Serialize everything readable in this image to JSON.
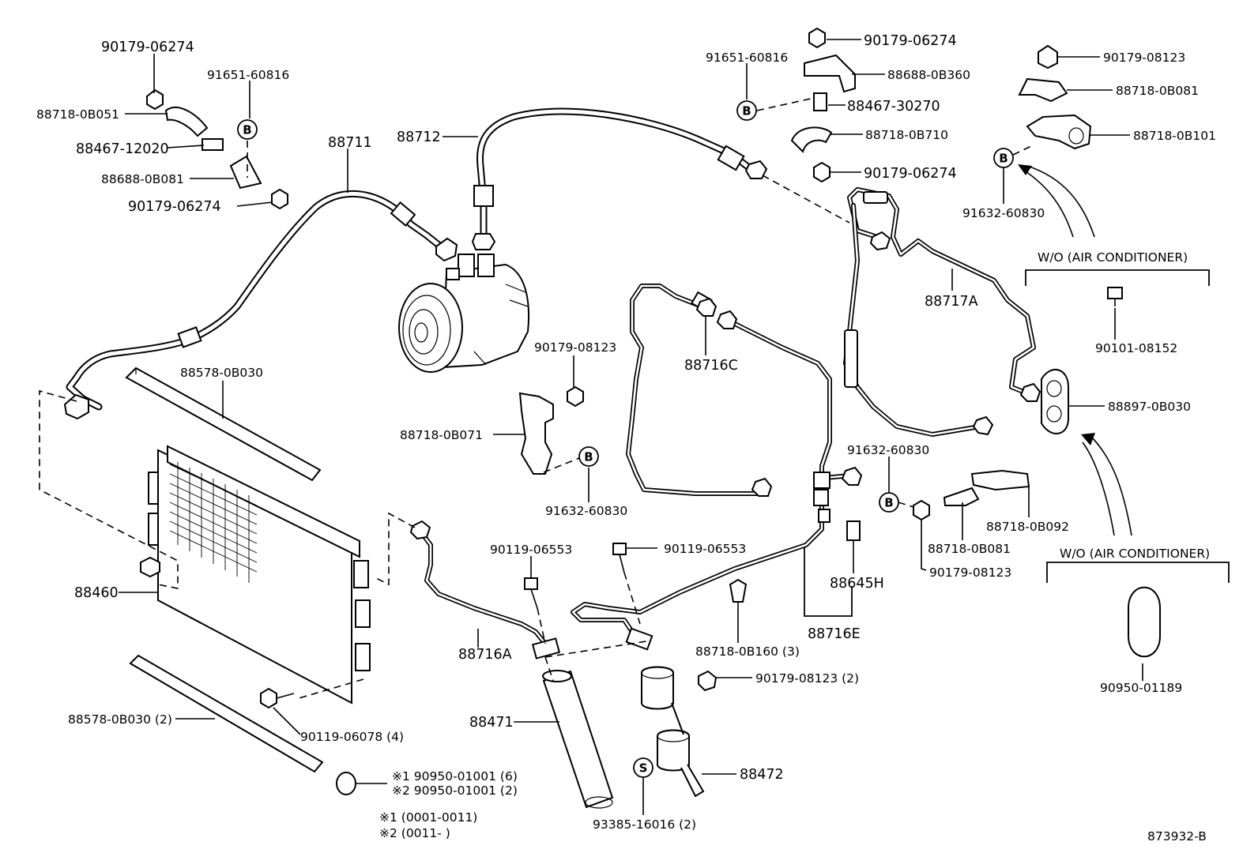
{
  "labels": {
    "p90179_06274_tl": "90179-06274",
    "p91651_60816_l": "91651-60816",
    "p88718_0B051": "88718-0B051",
    "p88467_12020": "88467-12020",
    "p88688_0B081": "88688-0B081",
    "p90179_06274_l2": "90179-06274",
    "p88711": "88711",
    "p88712": "88712",
    "p90179_06274_tr": "90179-06274",
    "p91651_60816_r": "91651-60816",
    "p88688_0B360": "88688-0B360",
    "p88467_30270": "88467-30270",
    "p88718_0B710": "88718-0B710",
    "p90179_06274_r2": "90179-06274",
    "p90179_08123_tr": "90179-08123",
    "p88718_0B081_tr": "88718-0B081",
    "p88718_0B101": "88718-0B101",
    "p91632_60830_tr": "91632-60830",
    "p88717A": "88717A",
    "p90101_08152": "90101-08152",
    "p88897_0B030": "88897-0B030",
    "p88578_0B030": "88578-0B030",
    "p90179_08123_m": "90179-08123",
    "p88718_0B071": "88718-0B071",
    "p91632_60830_m": "91632-60830",
    "p88716C": "88716C",
    "p91632_60830_r": "91632-60830",
    "p88718_0B092": "88718-0B092",
    "p88718_0B081_r": "88718-0B081",
    "p90179_08123_r": "90179-08123",
    "p88645H": "88645H",
    "p88716E": "88716E",
    "p88718_0B160": "88718-0B160 (3)",
    "p90119_06553_a": "90119-06553",
    "p90119_06553_b": "90119-06553",
    "p88460": "88460",
    "p88716A": "88716A",
    "p88471": "88471",
    "p90179_08123_2": "90179-08123 (2)",
    "p88472": "88472",
    "p93385_16016": "93385-16016 (2)",
    "p88578_0B030_2": "88578-0B030 (2)",
    "p90119_06078": "90119-06078 (4)",
    "note1": "※1 90950-01001 (6)",
    "note2": "※2 90950-01001 (2)",
    "range1": "※1 (0001-0011)",
    "range2": "※2 (0011-       )",
    "woac1": "W/O (AIR CONDITIONER)",
    "woac2": "W/O (AIR CONDITIONER)",
    "p90950_01189": "90950-01189",
    "diagram_id": "873932-B"
  },
  "marks": {
    "b": "B",
    "s": "S"
  }
}
